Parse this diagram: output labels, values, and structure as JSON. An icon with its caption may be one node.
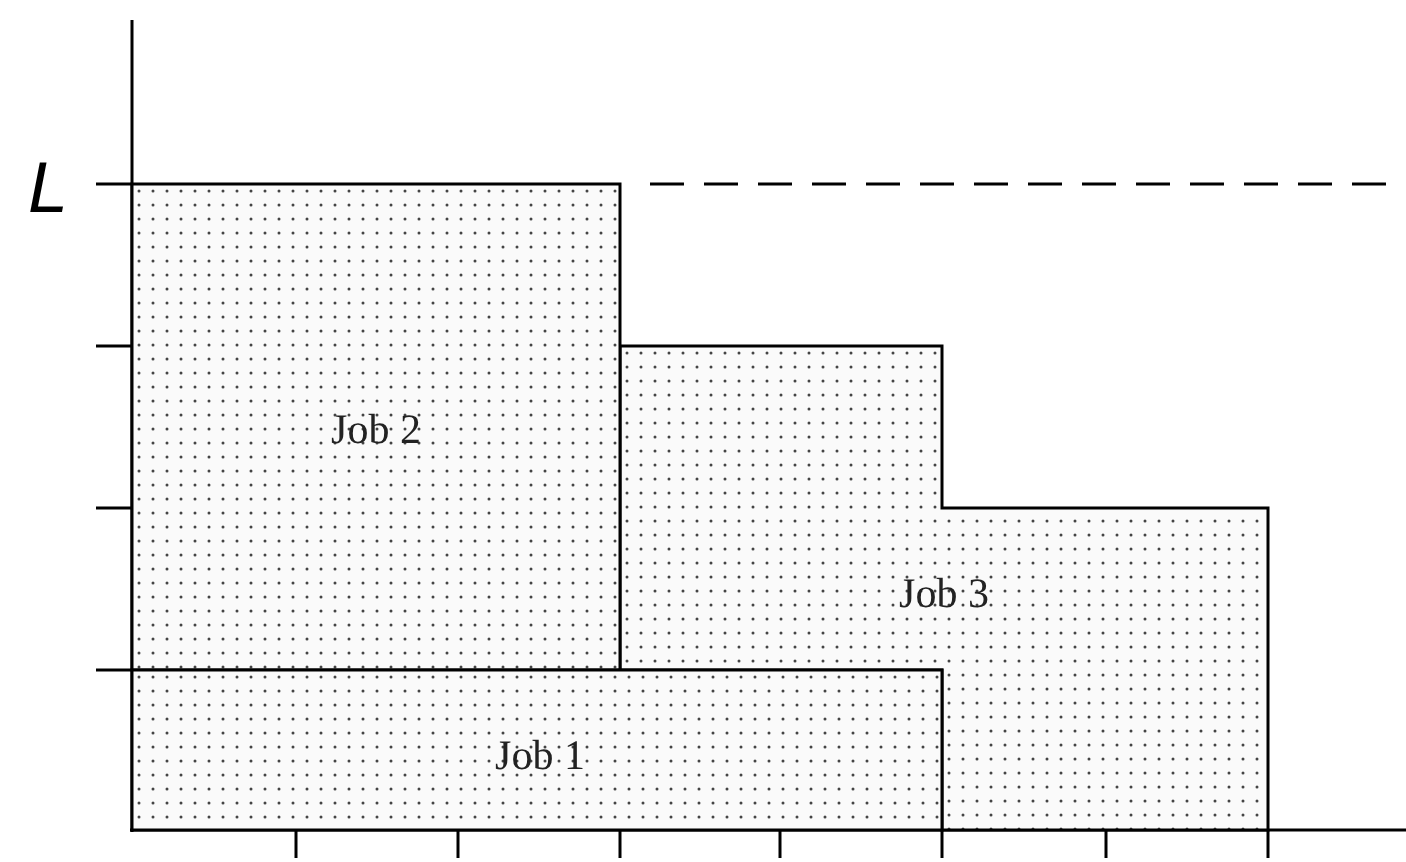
{
  "diagram": {
    "nodes": [
      {
        "text": [
          "Job 2"
        ]
      },
      {
        "text": [
          "Job 3"
        ]
      },
      {
        "text": [
          "Job 1"
        ]
      }
    ],
    "labels": [
      "L"
    ]
  }
}
